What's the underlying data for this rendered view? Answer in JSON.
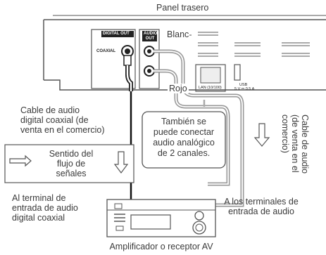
{
  "rear_panel_label": "Panel trasero",
  "digital_out_label": "DIGITAL OUT",
  "coaxial_label": "COAXIAL",
  "audio_out_label": "AUDIO OUT",
  "blanc_label": "Blanc",
  "rojo_label": "Rojo",
  "lan_label": "LAN (10/100)",
  "usb_label": "USB",
  "usb_spec_label": "5 V ⎓ 0.5 A",
  "coax_cable_label": [
    "Cable de audio",
    "digital coaxial (de",
    "venta en el comercio)"
  ],
  "analog_note": [
    "También se",
    "puede conectar",
    "audio analógico",
    "de 2 canales."
  ],
  "audio_cable_label": [
    "Cable de audio",
    "(de venta en el",
    "comercio)"
  ],
  "flow_legend_label": [
    "Sentido del",
    "flujo de",
    "señales"
  ],
  "coax_terminal_label": [
    "Al terminal de",
    "entrada de audio",
    "digital coaxial"
  ],
  "analog_terminal_label": [
    "A los terminales de",
    "entrada de audio"
  ],
  "receiver_label": "Amplificador o receptor AV"
}
